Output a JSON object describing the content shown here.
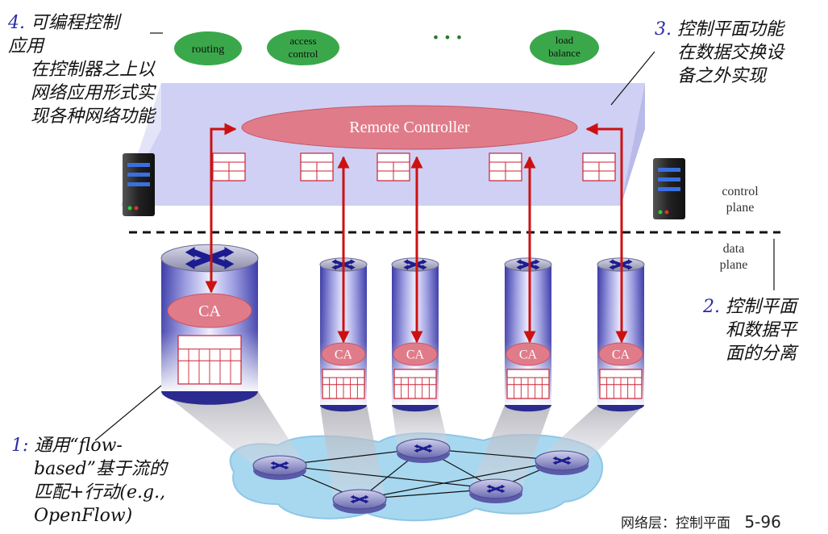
{
  "apps": [
    {
      "id": "routing",
      "label": "routing"
    },
    {
      "id": "access-control",
      "label": "access control"
    },
    {
      "id": "load-balance",
      "label": "load balance"
    }
  ],
  "apps_ellipsis": "• • •",
  "remote_controller": "Remote Controller",
  "ca_label": "CA",
  "control_plane": "control plane",
  "data_plane": "data plane",
  "annotations": {
    "a4": {
      "num": "4.",
      "l1": "可编程控制",
      "l2": "应用",
      "l3": "在控制器之上以",
      "l4": "网络应用形式实",
      "l5": "现各种网络功能"
    },
    "a3": {
      "num": "3.",
      "l1": "控制平面功能",
      "l2": "在数据交换设",
      "l3": "备之外实现"
    },
    "a2": {
      "num": "2.",
      "l1": "控制平面",
      "l2": "和数据平",
      "l3": "面的分离"
    },
    "a1": {
      "num": "1:",
      "l1": "通用“flow-",
      "l2": "based”基于流的",
      "l3": "匹配+行动(e.g.,",
      "l4": "OpenFlow)"
    }
  },
  "footer": {
    "text": "网络层：控制平面",
    "page": "5-96"
  },
  "colors": {
    "app_ellipse": "#3aa84a",
    "controller": "#e07c8a",
    "arrow": "#cc1111",
    "switch_body": "#8080cc",
    "switch_base": "#2a2a90",
    "cloud": "#a8d8f0",
    "number_blue": "#2a2aa8"
  }
}
